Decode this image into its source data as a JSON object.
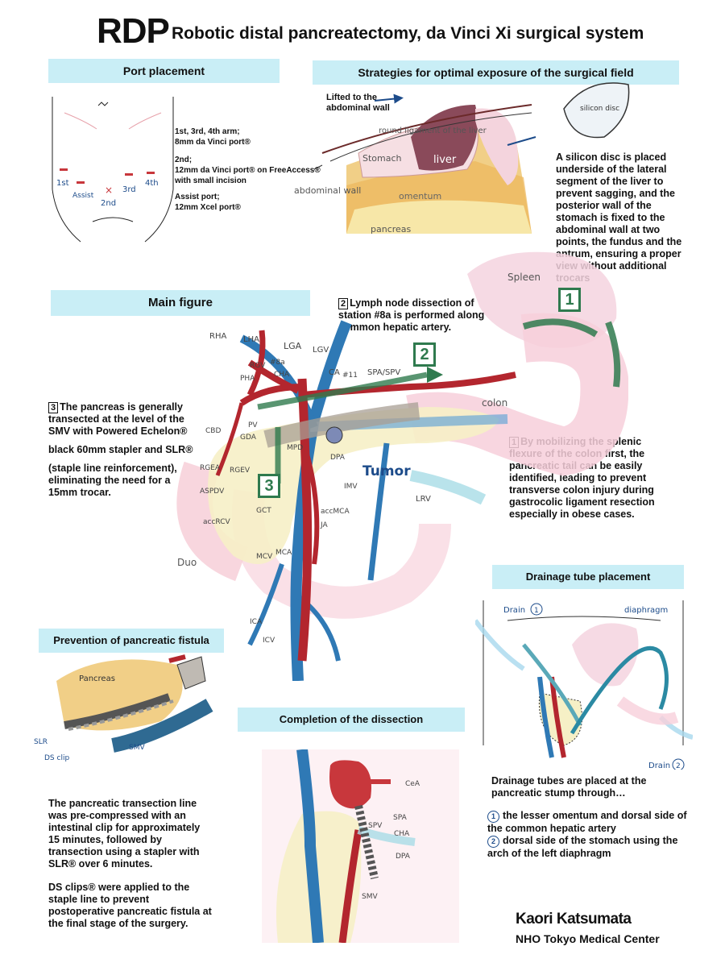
{
  "title": {
    "abbr": "RDP",
    "full": "Robotic distal pancreatectomy, da Vinci Xi surgical system"
  },
  "port_placement": {
    "header": "Port placement",
    "notes": [
      {
        "line1": "1st, 3rd, 4th arm;",
        "line2": "8mm da Vinci port®"
      },
      {
        "line1": "2nd;",
        "line2": "12mm da Vinci port® on FreeAccess®",
        "line3": "with small incision"
      },
      {
        "line1": "Assist port;",
        "line2": "12mm Xcel port®"
      }
    ],
    "port_labels": [
      "1st",
      "Assist",
      "2nd",
      "3rd",
      "4th"
    ]
  },
  "exposure": {
    "header": "Strategies for optimal exposure of the surgical field",
    "lifted_label": "Lifted to the abdominal wall",
    "disc_label": "silicon disc",
    "organ_labels": [
      "round ligament of the liver",
      "Stomach",
      "liver",
      "omentum",
      "pancreas",
      "abdominal wall"
    ],
    "description": "A silicon disc is placed underside of the lateral segment of the liver to prevent sagging, and the posterior wall of the stomach is fixed to the abdominal wall at two points, the fundus and the antrum, ensuring a proper view without additional trocars"
  },
  "main_figure": {
    "header": "Main figure",
    "note2": {
      "num": "2",
      "text": "Lymph node dissection of station #8a is performed along common hepatic artery."
    },
    "note3": {
      "num": "3",
      "text_a": "The pancreas is generally transected at the level of the SMV with Powered Echelon®",
      "text_b": "black 60mm stapler and SLR®",
      "text_c": "(staple line reinforcement), eliminating the need for a 15mm trocar."
    },
    "note1": {
      "num": "1",
      "text": "By mobilizing the splenic flexure of the colon first, the pancreatic tail can be easily identified, leading to prevent transverse colon injury during gastrocolic ligament resection especially in obese cases."
    },
    "step_labels": [
      "1",
      "2",
      "3"
    ],
    "tumor_label": "Tumor",
    "organ_labels": {
      "spleen": "Spleen",
      "colon": "colon",
      "duo": "Duo"
    },
    "vessel_labels": [
      "RHA",
      "LHA",
      "LGA",
      "LGV",
      "RGV",
      "#8a",
      "CHA",
      "PHA",
      "CA",
      "#11",
      "SPA/SPV",
      "PV",
      "GDA",
      "CBD",
      "MPD",
      "DPA",
      "RGEA",
      "RGEV",
      "ASPDV",
      "GCT",
      "IMV",
      "LRV",
      "accRCV",
      "accMCA",
      "JA",
      "MCV",
      "MCA",
      "ICA",
      "ICV"
    ]
  },
  "fistula": {
    "header": "Prevention of pancreatic fistula",
    "labels": [
      "Pancreas",
      "SLR",
      "DS clip",
      "SMV"
    ],
    "para1": "The pancreatic transection line was pre-compressed with an intestinal clip for approximately 15 minutes, followed by transection using a stapler with SLR® over 6 minutes.",
    "para2": "DS clips® were applied to the staple line to prevent postoperative pancreatic fistula at the final stage of the surgery."
  },
  "completion": {
    "header": "Completion of the dissection",
    "labels": [
      "CeA",
      "SPA",
      "SPV",
      "CHA",
      "DPA",
      "SMV"
    ]
  },
  "drainage": {
    "header": "Drainage tube placement",
    "labels": {
      "drain1": "Drain",
      "drain2": "Drain",
      "diaphragm": "diaphragm"
    },
    "intro": "Drainage tubes are placed at the pancreatic stump through…",
    "items": [
      {
        "num": "1",
        "text": "the lesser omentum and dorsal side of the common hepatic artery"
      },
      {
        "num": "2",
        "text": "dorsal side of the stomach using the arch of the left diaphragm"
      }
    ]
  },
  "author": {
    "name": "Kaori Katsumata",
    "affiliation": "NHO Tokyo Medical Center"
  },
  "colors": {
    "header_bg": "#c9eef6",
    "artery": "#b3262e",
    "vein": "#2f79b5",
    "green_arrow": "#2f7a4e",
    "pancreas": "#f6f0c6",
    "colon": "#f8d3dd",
    "text_blue": "#1c4b8a"
  }
}
